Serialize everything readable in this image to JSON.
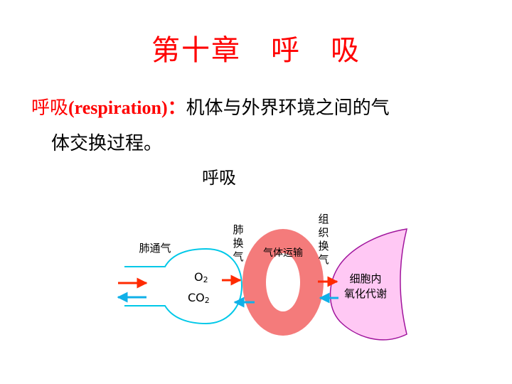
{
  "title": "第十章　呼　吸",
  "definition": {
    "term": "呼吸",
    "english": "(respiration)：",
    "text_line1": "机体与外界环境之间的气",
    "text_line2": "体交换过程。"
  },
  "diagram": {
    "heading": "呼吸",
    "pulmonary_ventilation": "肺通气",
    "gas_o2": "O",
    "gas_o2_sub": "2",
    "gas_co2": "CO",
    "gas_co2_sub": "2",
    "pulmonary_exchange": [
      "肺",
      "换",
      "气"
    ],
    "gas_transport": "气体运输",
    "tissue_exchange": [
      "组",
      "织",
      "换",
      "气"
    ],
    "cell_metabolism": [
      "细胞内",
      "氧化代谢"
    ],
    "colors": {
      "title": "#ff0000",
      "lung_outline": "#00c8e8",
      "blood_ring": "#f47b7b",
      "cell_fill": "#ffc8f4",
      "cell_outline": "#a0149c",
      "o2_arrow": "#ff2a00",
      "co2_arrow": "#10b0e8"
    }
  }
}
